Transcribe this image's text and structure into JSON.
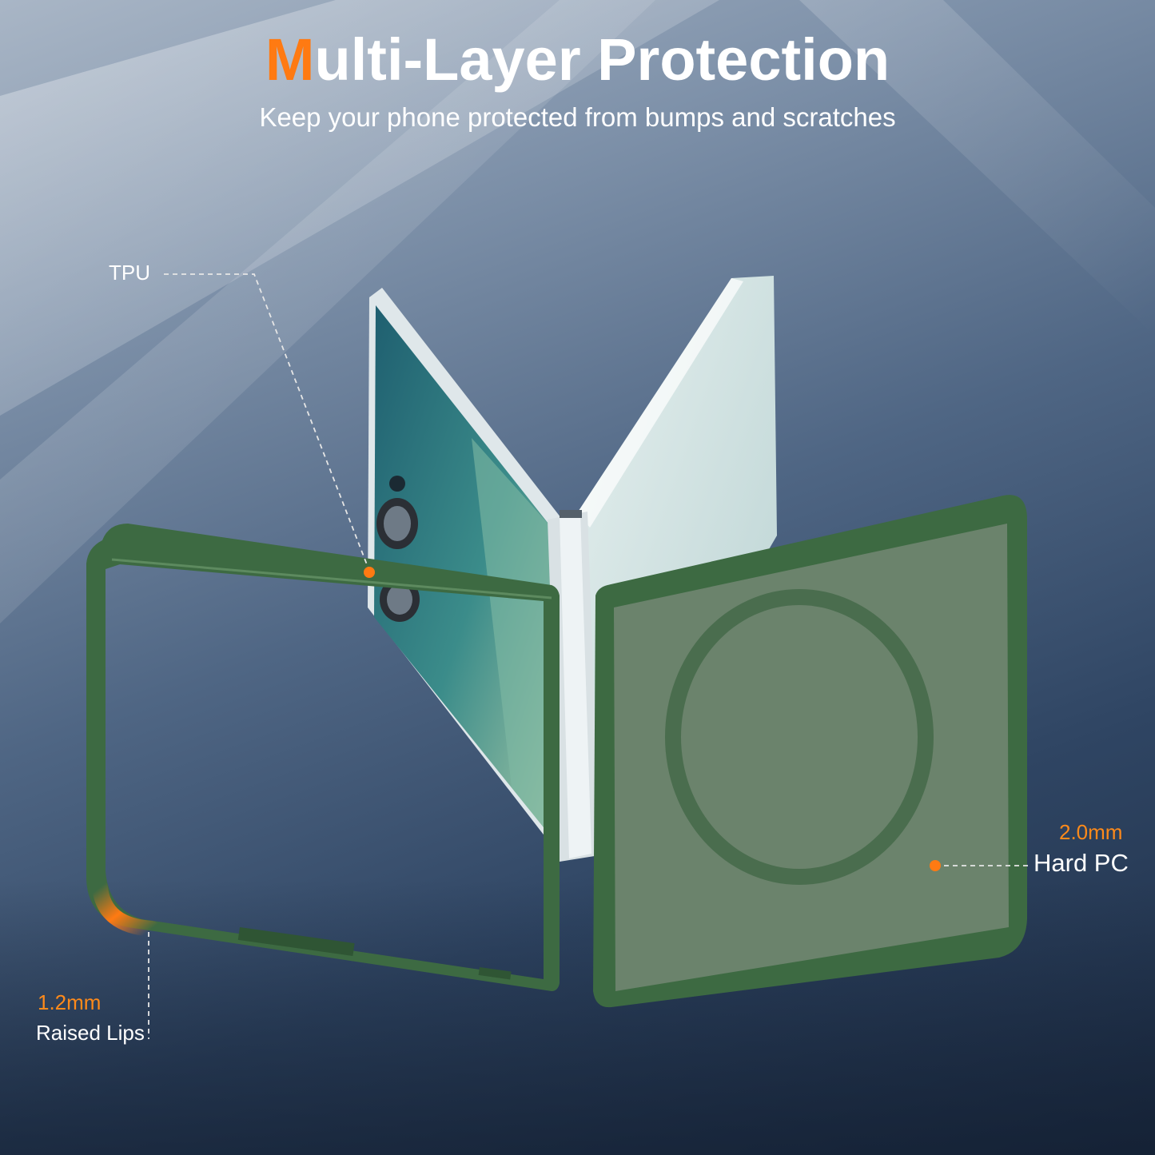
{
  "header": {
    "title_accent": "M",
    "title_rest": "ulti-Layer Protection",
    "subtitle": "Keep your phone protected from bumps and scratches"
  },
  "callouts": {
    "tpu": {
      "label": "TPU"
    },
    "hard_pc": {
      "thickness": "2.0mm",
      "label": "Hard PC"
    },
    "raised_lips": {
      "thickness": "1.2mm",
      "label": "Raised Lips"
    }
  },
  "colors": {
    "accent": "#ff7a12",
    "case_green": "#3d6a42",
    "text": "#ffffff"
  }
}
